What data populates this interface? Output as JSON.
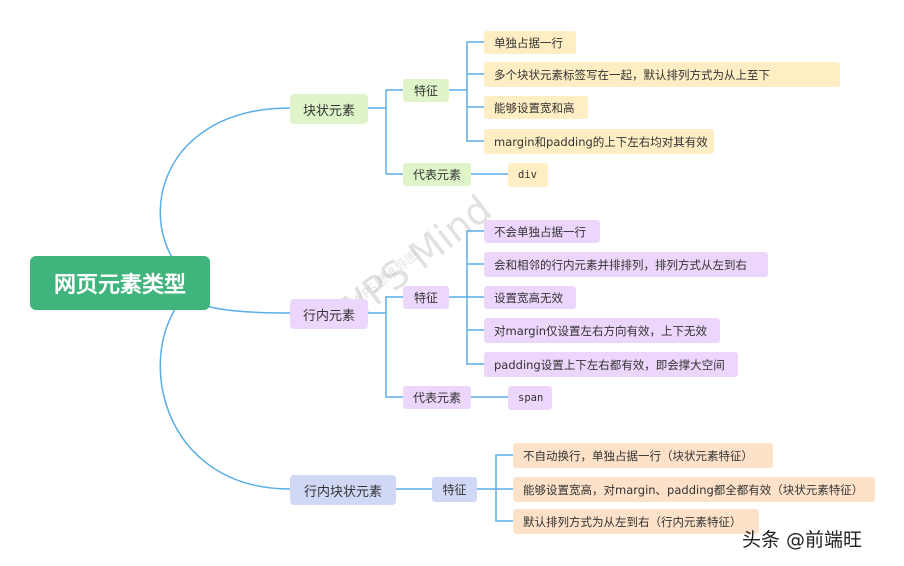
{
  "root": {
    "label": "网页元素类型"
  },
  "branches": [
    {
      "label": "块状元素",
      "feature_label": "特征",
      "features": [
        "单独占据一行",
        "多个块状元素标签写在一起，默认排列方式为从上至下",
        "能够设置宽和高",
        "margin和padding的上下左右均对其有效"
      ],
      "rep_label": "代表元素",
      "rep_value": "div"
    },
    {
      "label": "行内元素",
      "feature_label": "特征",
      "features": [
        "不会单独占据一行",
        "会和相邻的行内元素并排排列，排列方式从左到右",
        "设置宽高无效",
        "对margin仅设置左右方向有效，上下无效",
        "padding设置上下左右都有效，即会撑大空间"
      ],
      "rep_label": "代表元素",
      "rep_value": "span"
    },
    {
      "label": "行内块状元素",
      "feature_label": "特征",
      "features": [
        "不自动换行，单独占据一行（块状元素特征）",
        "能够设置宽高，对margin、padding都全都有效（块状元素特征）",
        "默认排列方式为从左到右（行内元素特征）"
      ]
    }
  ],
  "watermark": {
    "main": "WPS Mind",
    "sub": "WPS思维导图"
  },
  "credit": "头条 @前端旺",
  "colors": {
    "link": "#5aaee6",
    "root_bg": "#3fb47c",
    "block_bg": "#dff5c9",
    "block_leaf_bg": "#ffeec3",
    "inline_bg": "#ecd6fb",
    "inline_block_bg": "#d0d8f6",
    "inline_block_leaf_bg": "#fde2c9"
  }
}
